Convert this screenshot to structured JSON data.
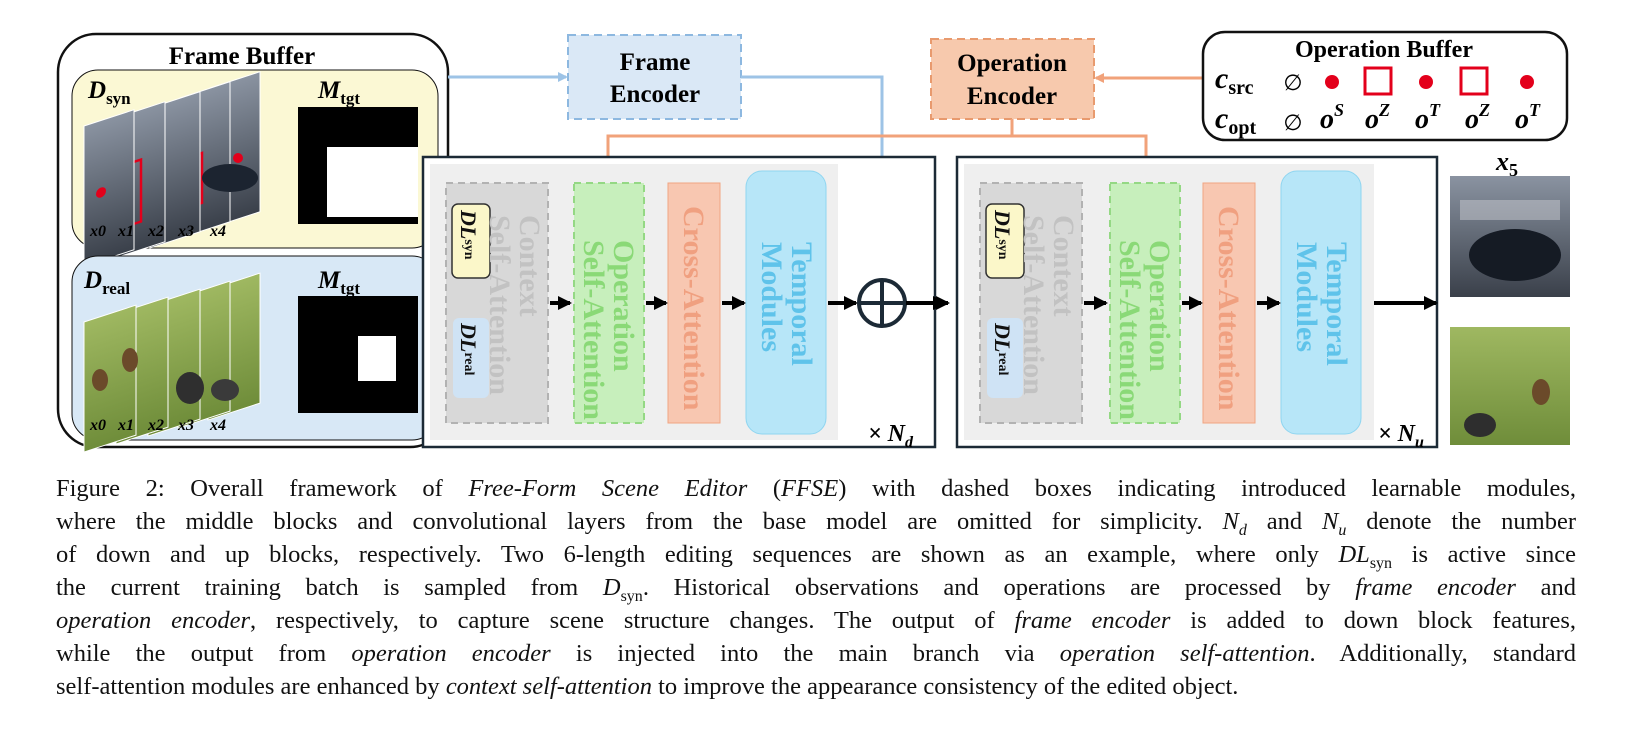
{
  "diagram": {
    "frame_buffer": {
      "title": "Frame Buffer",
      "d_syn": "D",
      "d_syn_sub": "syn",
      "d_real": "D",
      "d_real_sub": "real",
      "m_tgt": "M",
      "m_tgt_sub": "tgt",
      "frame_labels": [
        "x0",
        "x1",
        "x2",
        "x3",
        "x4"
      ]
    },
    "frame_encoder": {
      "line1": "Frame",
      "line2": "Encoder"
    },
    "operation_encoder": {
      "line1": "Operation",
      "line2": "Encoder"
    },
    "operation_buffer": {
      "title": "Operation Buffer",
      "c_src": "c",
      "c_src_sub": "src",
      "c_opt": "c",
      "c_opt_sub": "opt",
      "empty_symbol": "∅",
      "ops": [
        "S",
        "Z",
        "T",
        "Z",
        "T"
      ],
      "op_letter": "o"
    },
    "down_block": {
      "context_line1": "Context",
      "context_line2": "Self-Attention",
      "dl_syn": "DL",
      "dl_syn_sub": "syn",
      "dl_real": "DL",
      "dl_real_sub": "real",
      "operation_line1": "Operation",
      "operation_line2": "Self-Attention",
      "cross": "Cross-Attention",
      "temporal_line1": "Temporal",
      "temporal_line2": "Modules",
      "multiplier": "× N",
      "multiplier_sub": "d"
    },
    "up_block": {
      "context_line1": "Context",
      "context_line2": "Self-Attention",
      "dl_syn": "DL",
      "dl_syn_sub": "syn",
      "dl_real": "DL",
      "dl_real_sub": "real",
      "operation_line1": "Operation",
      "operation_line2": "Self-Attention",
      "cross": "Cross-Attention",
      "temporal_line1": "Temporal",
      "temporal_line2": "Modules",
      "multiplier": "× N",
      "multiplier_sub": "u"
    },
    "output_label": "x",
    "output_label_sub": "5",
    "colors": {
      "frame_buffer_yellow": "#fbf8d4",
      "frame_buffer_blue": "#d8e8f6",
      "frame_encoder_fill": "#dae8f6",
      "frame_encoder_stroke": "#8db8e0",
      "operation_encoder_fill": "#f7c9ad",
      "operation_encoder_stroke": "#e89a6e",
      "context_gray": "#c8c8c8",
      "operation_green": "#bdeab0",
      "cross_orange": "#f5b69c",
      "temporal_blue": "#9fdcf3",
      "red_marker": "#e3001b"
    }
  },
  "caption": {
    "lines": [
      [
        {
          "t": "Figure 2: Overall framework of ",
          "i": false
        },
        {
          "t": "Free-Form Scene Editor",
          "i": true
        },
        {
          "t": " (",
          "i": false
        },
        {
          "t": "FFSE",
          "i": true
        },
        {
          "t": ") with dashed boxes indicating introduced learnable modules,",
          "i": false
        }
      ],
      [
        {
          "t": "where the middle blocks and convolutional layers from the base model are omitted for simplicity. ",
          "i": false
        },
        {
          "t": "N",
          "i": true
        },
        {
          "t": "d",
          "i": true,
          "sub": true
        },
        {
          "t": " and ",
          "i": false
        },
        {
          "t": "N",
          "i": true
        },
        {
          "t": "u",
          "i": true,
          "sub": true
        },
        {
          "t": " denote the number",
          "i": false
        }
      ],
      [
        {
          "t": "of down and up blocks, respectively. Two 6-length editing sequences are shown as an example, where only ",
          "i": false
        },
        {
          "t": "DL",
          "i": true
        },
        {
          "t": "syn",
          "i": false,
          "sub": true
        },
        {
          "t": " is active since",
          "i": false
        }
      ],
      [
        {
          "t": "the current training batch is sampled from ",
          "i": false
        },
        {
          "t": "D",
          "i": true
        },
        {
          "t": "syn",
          "i": false,
          "sub": true
        },
        {
          "t": ". Historical observations and operations are processed by ",
          "i": false
        },
        {
          "t": "frame encoder",
          "i": true
        },
        {
          "t": " and",
          "i": false
        }
      ],
      [
        {
          "t": "operation encoder",
          "i": true
        },
        {
          "t": ", respectively, to capture scene structure changes. The output of ",
          "i": false
        },
        {
          "t": "frame encoder",
          "i": true
        },
        {
          "t": " is added to down block features,",
          "i": false
        }
      ],
      [
        {
          "t": "while the output from ",
          "i": false
        },
        {
          "t": "operation encoder",
          "i": true
        },
        {
          "t": " is injected into the main branch via ",
          "i": false
        },
        {
          "t": "operation self-attention",
          "i": true
        },
        {
          "t": ". Additionally, standard",
          "i": false
        }
      ],
      [
        {
          "t": "self-attention modules are enhanced by ",
          "i": false
        },
        {
          "t": "context self-attention",
          "i": true
        },
        {
          "t": " to improve the appearance consistency of the edited object.",
          "i": false
        }
      ]
    ]
  }
}
